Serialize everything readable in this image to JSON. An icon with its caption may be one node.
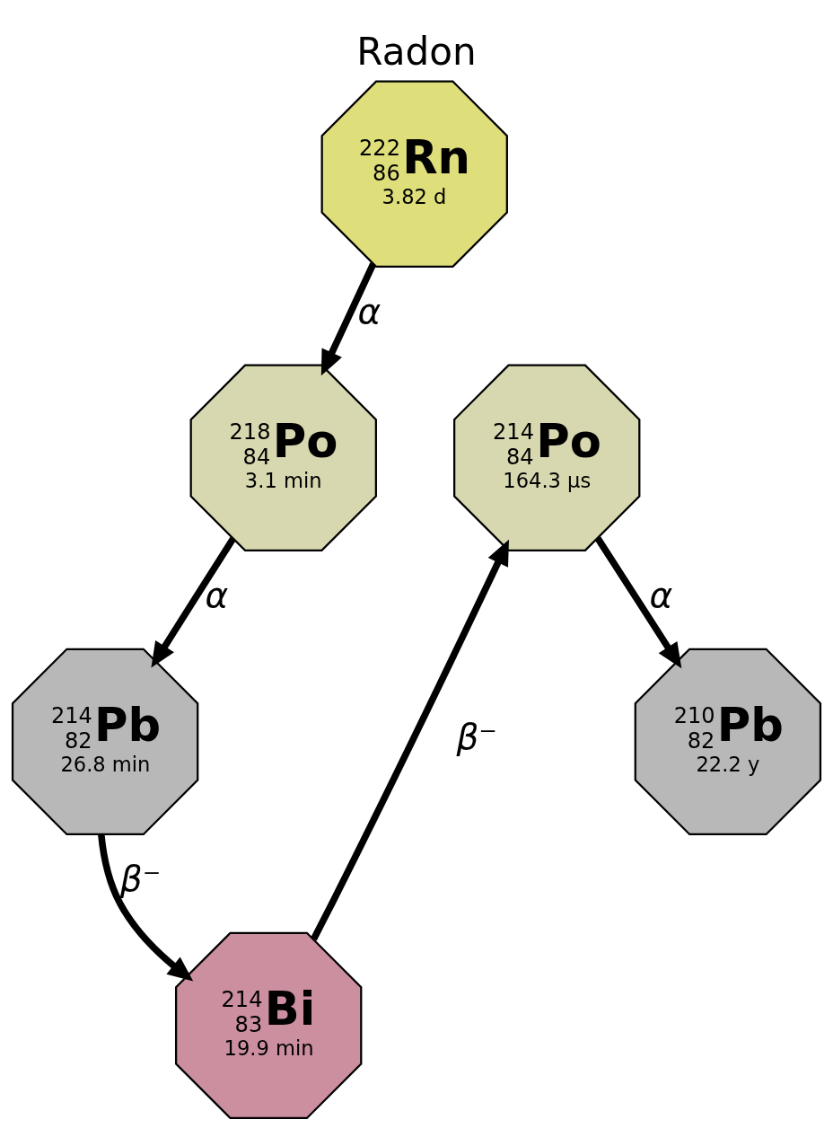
{
  "diagram": {
    "title": "Radon",
    "nodes": [
      {
        "text": [
          "222",
          "86",
          "Rn",
          "3.82 d"
        ]
      },
      {
        "text": [
          "218",
          "84",
          "Po",
          "3.1 min"
        ]
      },
      {
        "text": [
          "214",
          "82",
          "Pb",
          "26.8 min"
        ]
      },
      {
        "text": [
          "214",
          "83",
          "Bi",
          "19.9 min"
        ]
      },
      {
        "text": [
          "214",
          "84",
          "Po",
          "164.3 µs"
        ]
      },
      {
        "text": [
          "210",
          "82",
          "Pb",
          "22.2 y"
        ]
      }
    ],
    "edges": [
      {
        "from": 0,
        "to": 1,
        "arrow": "to",
        "label": "α"
      },
      {
        "from": 1,
        "to": 2,
        "arrow": "to",
        "label": "α"
      },
      {
        "from": 2,
        "to": 3,
        "arrow": "to",
        "label": "β⁻"
      },
      {
        "from": 3,
        "to": 4,
        "arrow": "to",
        "label": "β⁻"
      },
      {
        "from": 4,
        "to": 5,
        "arrow": "to",
        "label": "α"
      }
    ]
  }
}
